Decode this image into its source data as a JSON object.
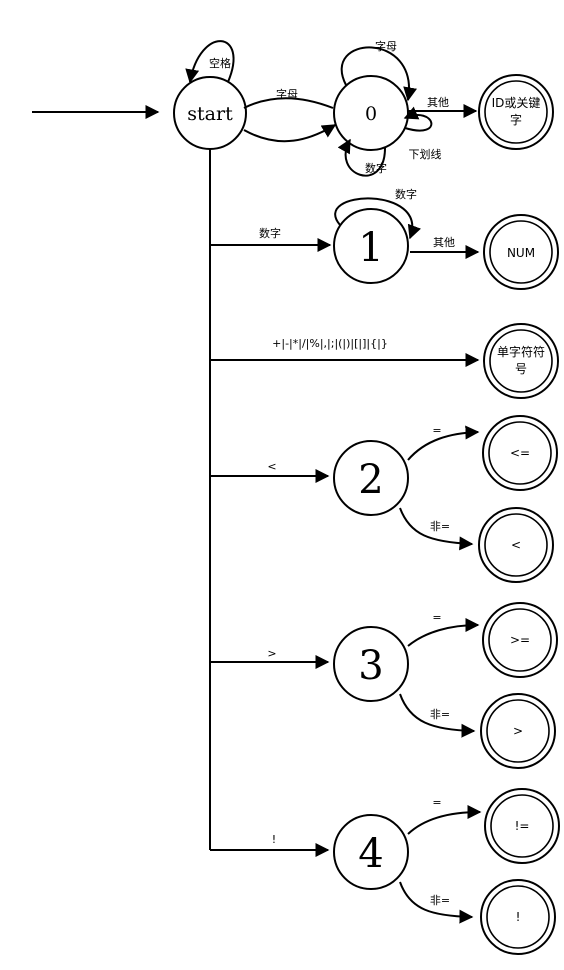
{
  "states": {
    "start": "start",
    "s0": "0",
    "s1": "1",
    "s2": "2",
    "s3": "3",
    "s4": "4"
  },
  "finals": {
    "id": [
      "ID或关键",
      "字"
    ],
    "num": "NUM",
    "single": [
      "单字符符",
      "号"
    ],
    "le": "<=",
    "lt": "<",
    "ge": ">=",
    "gt": ">",
    "ne": "!=",
    "not": "!"
  },
  "edges": {
    "start_self": "空格",
    "start_to_0": "字母",
    "s0_self_letter": "字母",
    "s0_self_digit": "数字",
    "s0_self_underscore": "下划线",
    "s0_other": "其他",
    "start_to_1": "数字",
    "s1_self": "数字",
    "s1_other": "其他",
    "start_to_single": "+|-|*|/|%|,|;|(|)|[|]|{|}",
    "start_to_2": "<",
    "s2_eq": "=",
    "s2_neq": "非=",
    "start_to_3": ">",
    "s3_eq": "=",
    "s3_neq": "非=",
    "start_to_4": "!",
    "s4_eq": "=",
    "s4_neq": "非="
  }
}
